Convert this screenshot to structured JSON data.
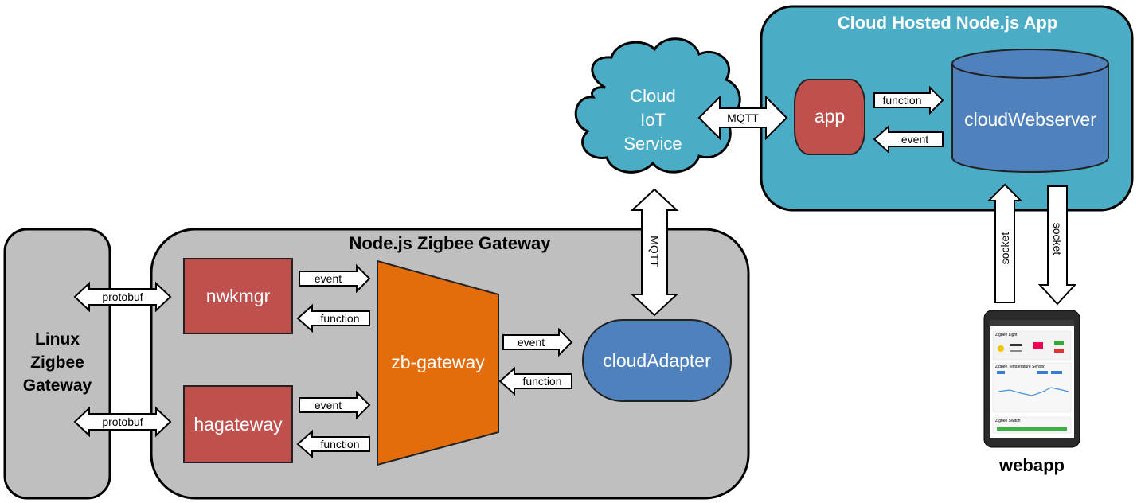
{
  "linux_gateway": {
    "label_lines": [
      "Linux",
      "Zigbee",
      "Gateway"
    ]
  },
  "node_gateway": {
    "title": "Node.js Zigbee Gateway"
  },
  "cloud_app": {
    "title": "Cloud Hosted Node.js App"
  },
  "cloud_iot": {
    "label_lines": [
      "Cloud",
      "IoT",
      "Service"
    ]
  },
  "components": {
    "nwkmgr": "nwkmgr",
    "hagateway": "hagateway",
    "zb_gateway": "zb-gateway",
    "cloud_adapter": "cloudAdapter",
    "app": "app",
    "cloud_webserver": "cloudWebserver",
    "webapp": "webapp"
  },
  "connections": {
    "protobuf_top": "protobuf",
    "protobuf_bottom": "protobuf",
    "nwk_event": "event",
    "nwk_function": "function",
    "ha_event": "event",
    "ha_function": "function",
    "zb_event": "event",
    "zb_function": "function",
    "mqtt_vertical": "MQTT",
    "mqtt_horizontal": "MQTT",
    "app_function": "function",
    "app_event": "event",
    "socket_left": "socket",
    "socket_right": "socket"
  },
  "tablet_screen": {
    "section1": "Zigbee Light",
    "section2": "Zigbee Temperature Sensor",
    "section3": "Zigbee Switch"
  },
  "colors": {
    "gray_region": "#bfbfbf",
    "cloud_region": "#4bacc6",
    "red_box": "#c0504d",
    "orange": "#e46c0a",
    "blue": "#4f81bd"
  }
}
